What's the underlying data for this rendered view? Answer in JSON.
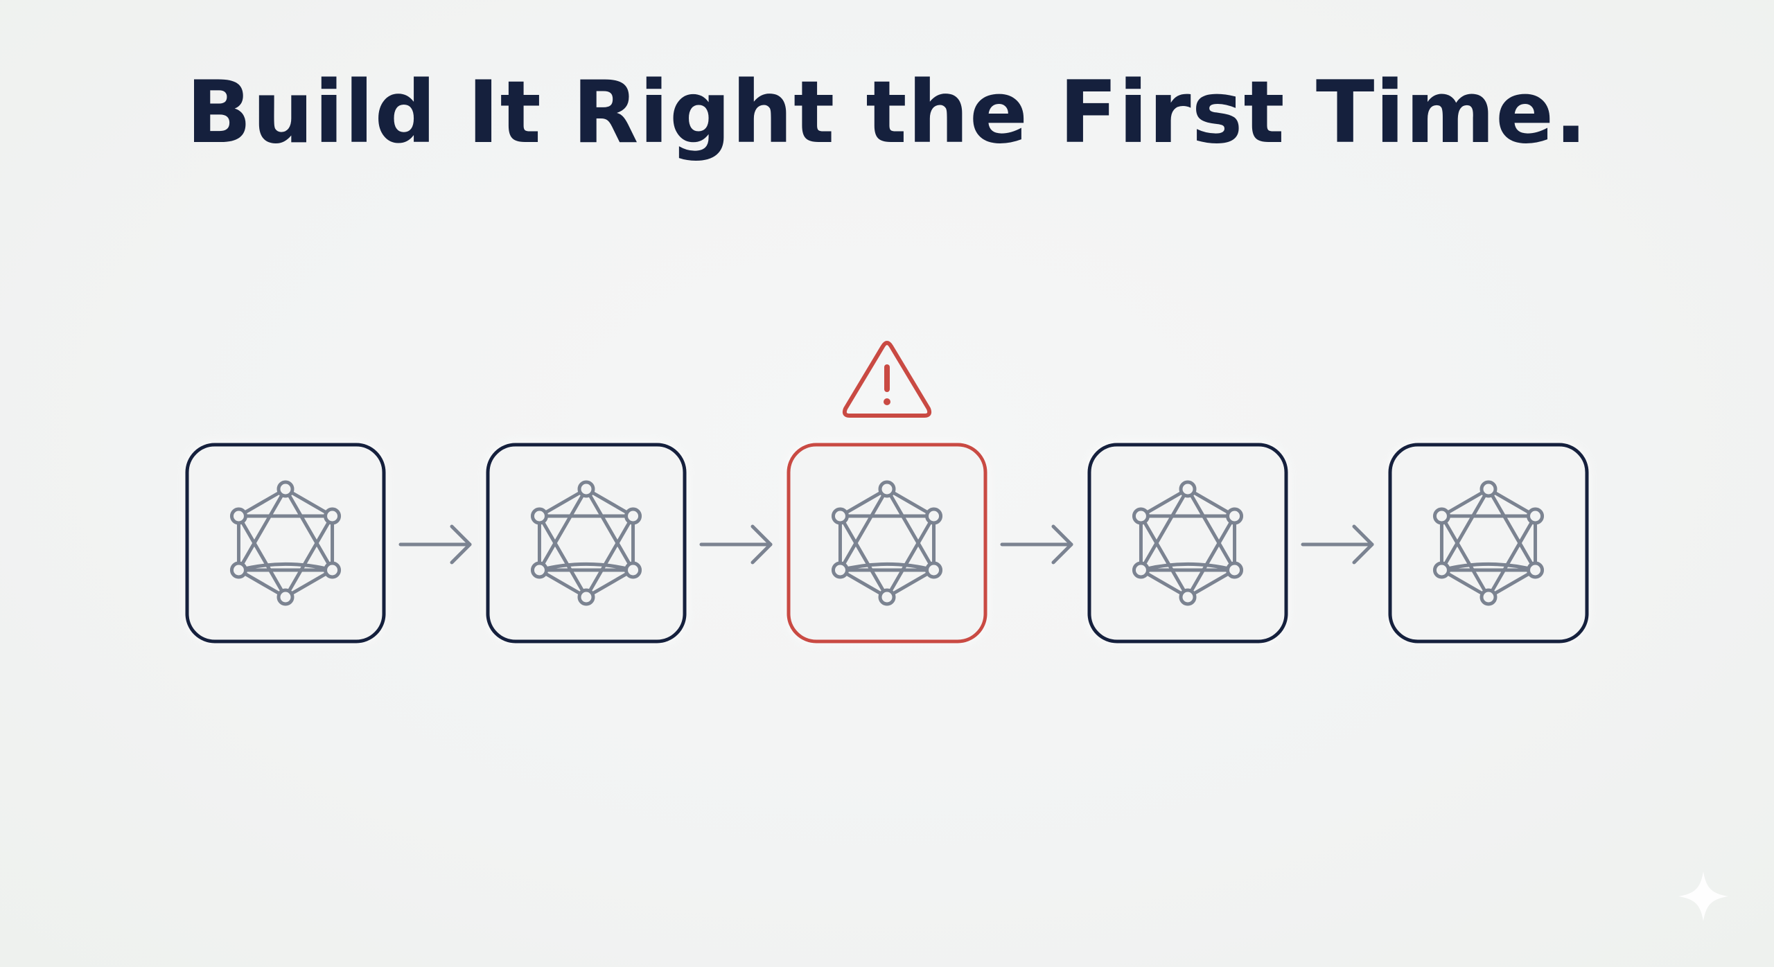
{
  "title": "Build It Right the First Time.",
  "colors": {
    "background": "#f1f2f1",
    "title": "#15203d",
    "box_border": "#15203d",
    "highlight_border": "#c94a43",
    "icon": "#7b8391",
    "arrow": "#7b8391",
    "warning": "#c94a43"
  },
  "icons": {
    "node": "network-graph-icon",
    "arrow": "arrow-right-icon",
    "warning": "warning-triangle-icon",
    "watermark": "sparkle-icon"
  },
  "steps": [
    {
      "id": "step-1",
      "state": "normal"
    },
    {
      "id": "step-2",
      "state": "normal"
    },
    {
      "id": "step-3",
      "state": "warning"
    },
    {
      "id": "step-4",
      "state": "normal"
    },
    {
      "id": "step-5",
      "state": "normal"
    }
  ]
}
